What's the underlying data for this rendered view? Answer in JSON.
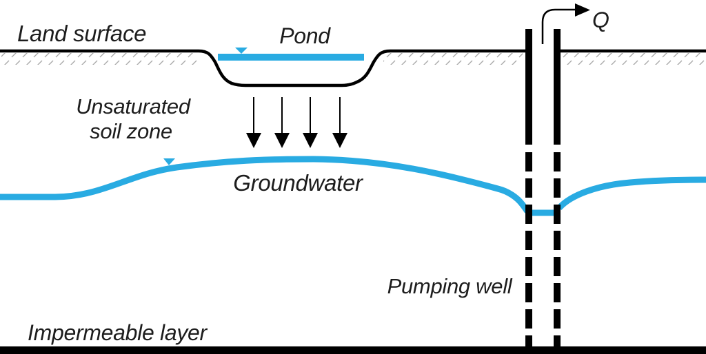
{
  "diagram": {
    "labels": {
      "land_surface": "Land surface",
      "pond": "Pond",
      "unsaturated_line1": "Unsaturated",
      "unsaturated_line2": "soil zone",
      "groundwater": "Groundwater",
      "pumping_well": "Pumping well",
      "impermeable_layer": "Impermeable layer",
      "discharge": "Q"
    },
    "colors": {
      "water": "#29abe2",
      "ink": "#000000",
      "text": "#1d1d1d",
      "hatch": "#a8a8a8",
      "background": "#ffffff"
    },
    "icons": {
      "pond_level_marker": "triangle-down-icon",
      "water_table_marker": "triangle-down-icon",
      "infiltration_arrows": "arrow-down-icon",
      "discharge_arrow": "arrow-right-icon"
    }
  }
}
